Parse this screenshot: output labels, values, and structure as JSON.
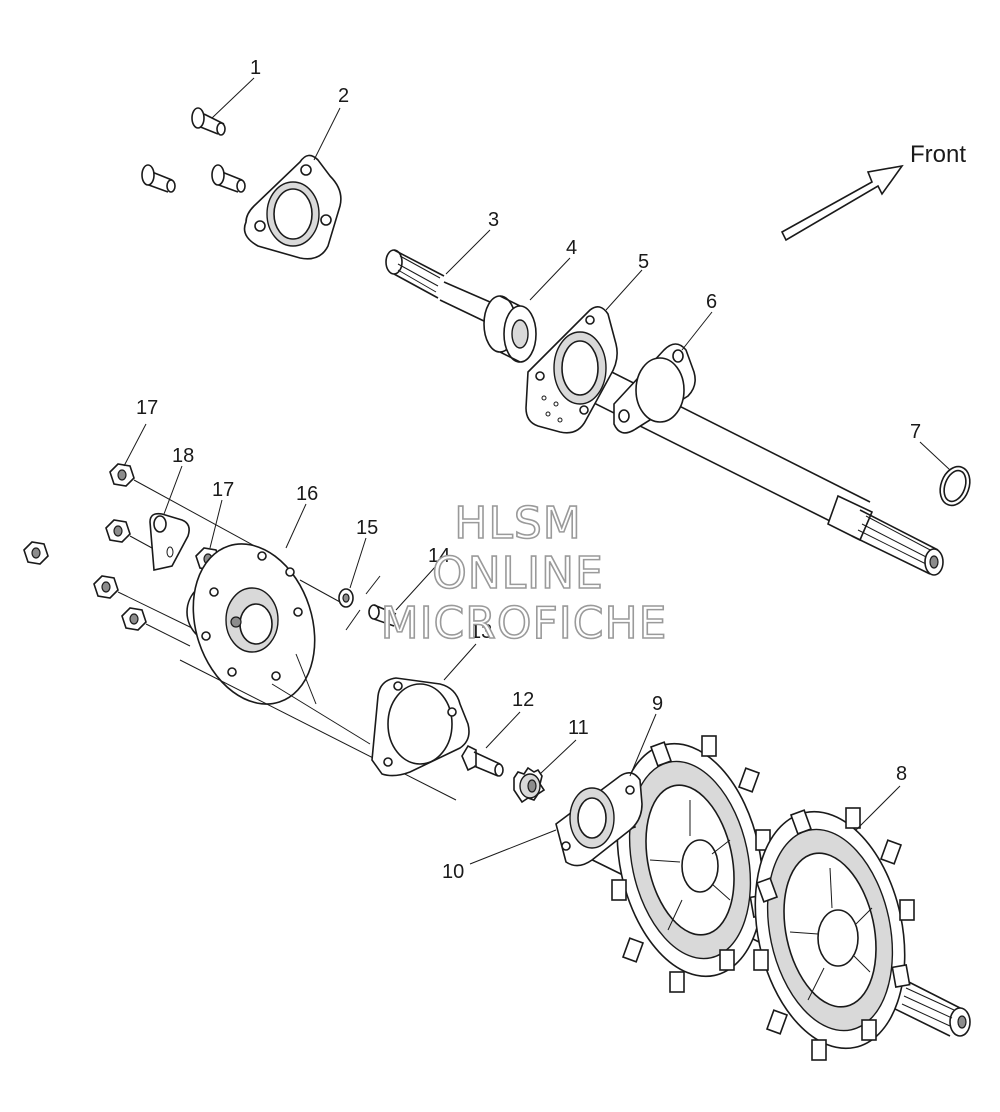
{
  "diagram": {
    "direction_label": "Front",
    "callouts": [
      {
        "id": "c1",
        "text": "1"
      },
      {
        "id": "c2",
        "text": "2"
      },
      {
        "id": "c3",
        "text": "3"
      },
      {
        "id": "c4",
        "text": "4"
      },
      {
        "id": "c5",
        "text": "5"
      },
      {
        "id": "c6",
        "text": "6"
      },
      {
        "id": "c7",
        "text": "7"
      },
      {
        "id": "c8",
        "text": "8"
      },
      {
        "id": "c9",
        "text": "9"
      },
      {
        "id": "c10",
        "text": "10"
      },
      {
        "id": "c11",
        "text": "11"
      },
      {
        "id": "c12",
        "text": "12"
      },
      {
        "id": "c13",
        "text": "13"
      },
      {
        "id": "c14",
        "text": "14"
      },
      {
        "id": "c15",
        "text": "15"
      },
      {
        "id": "c16",
        "text": "16"
      },
      {
        "id": "c17a",
        "text": "17"
      },
      {
        "id": "c17b",
        "text": "17"
      },
      {
        "id": "c18",
        "text": "18"
      }
    ]
  },
  "watermark": {
    "line1": "HLSM",
    "line2": "ONLINE",
    "line3": "MICROFICHE"
  }
}
